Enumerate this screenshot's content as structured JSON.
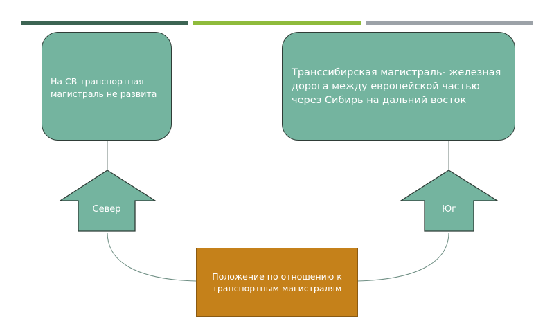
{
  "colors": {
    "bar1": "#3c6453",
    "bar2": "#8fbb3c",
    "bar3": "#9ca2a8",
    "box": "#74b49f",
    "center": "#c5811a"
  },
  "boxes": {
    "left_text": "На СВ транспортная магистраль не развита",
    "right_text": "Транссибирская магистраль- железная дорога между европейской частью через Сибирь на дальний восток"
  },
  "arrows": {
    "north": "Север",
    "south": "Юг"
  },
  "center": {
    "text": "Положение по отношению к транспортным магистралям"
  }
}
